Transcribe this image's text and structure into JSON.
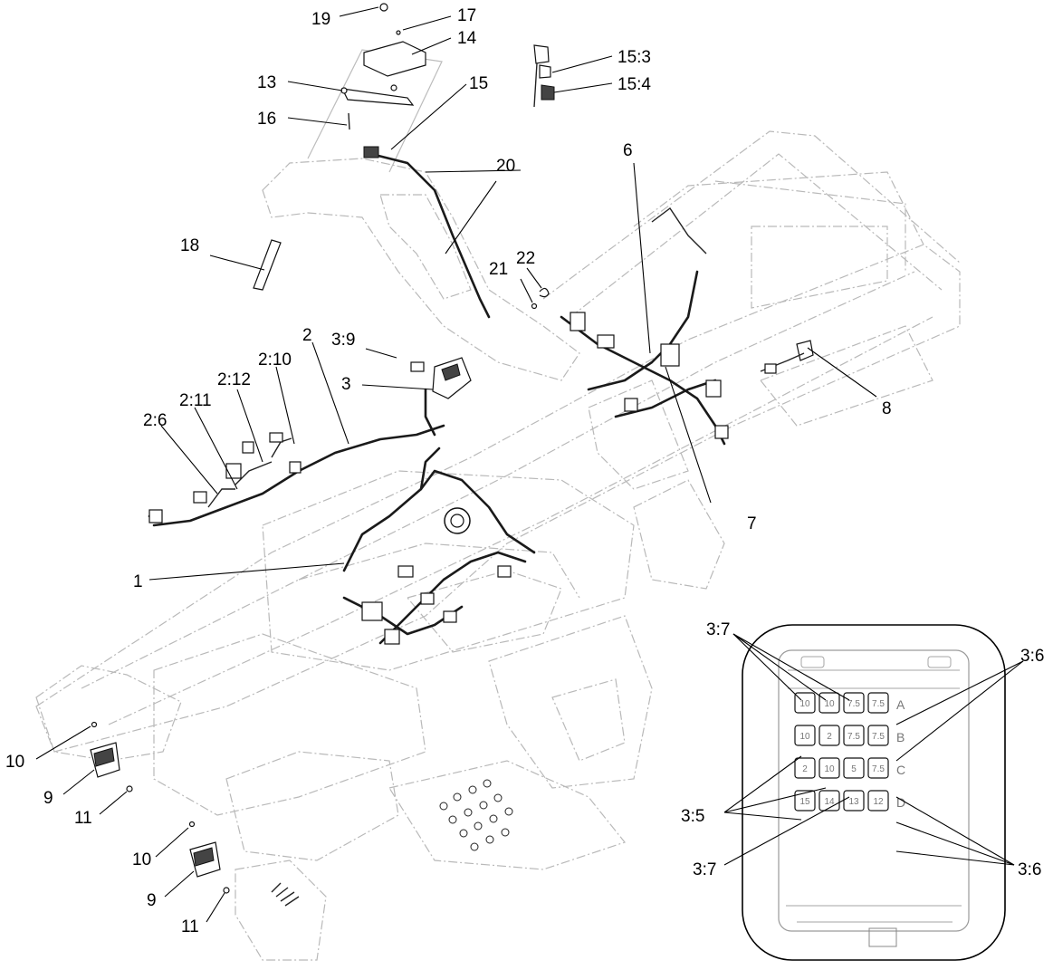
{
  "callouts": {
    "c1": "1",
    "c2": "2",
    "c2_6": "2:6",
    "c2_10": "2:10",
    "c2_11": "2:11",
    "c2_12": "2:12",
    "c3": "3",
    "c3_9": "3:9",
    "c6": "6",
    "c7": "7",
    "c8": "8",
    "c9a": "9",
    "c9b": "9",
    "c10a": "10",
    "c10b": "10",
    "c11a": "11",
    "c11b": "11",
    "c13": "13",
    "c14": "14",
    "c15": "15",
    "c15_3": "15:3",
    "c15_4": "15:4",
    "c16": "16",
    "c17": "17",
    "c18": "18",
    "c19": "19",
    "c20": "20",
    "c21": "21",
    "c22": "22"
  },
  "fuse_block": {
    "callouts": {
      "c3_7_top": "3:7",
      "c3_6_top": "3:6",
      "c3_5": "3:5",
      "c3_7_bottom": "3:7",
      "c3_6_bottom": "3:6"
    },
    "row_letters": [
      "A",
      "B",
      "C",
      "D"
    ],
    "rows": [
      [
        "10",
        "10",
        "7.5",
        "7.5"
      ],
      [
        "10",
        "2",
        "7.5",
        "7.5"
      ],
      [
        "2",
        "10",
        "5",
        "7.5"
      ],
      [
        "15",
        "14",
        "13",
        "12"
      ]
    ]
  },
  "colors": {
    "frame_line": "#b9b9b9",
    "wire": "#1a1a1a",
    "text": "#000000"
  }
}
